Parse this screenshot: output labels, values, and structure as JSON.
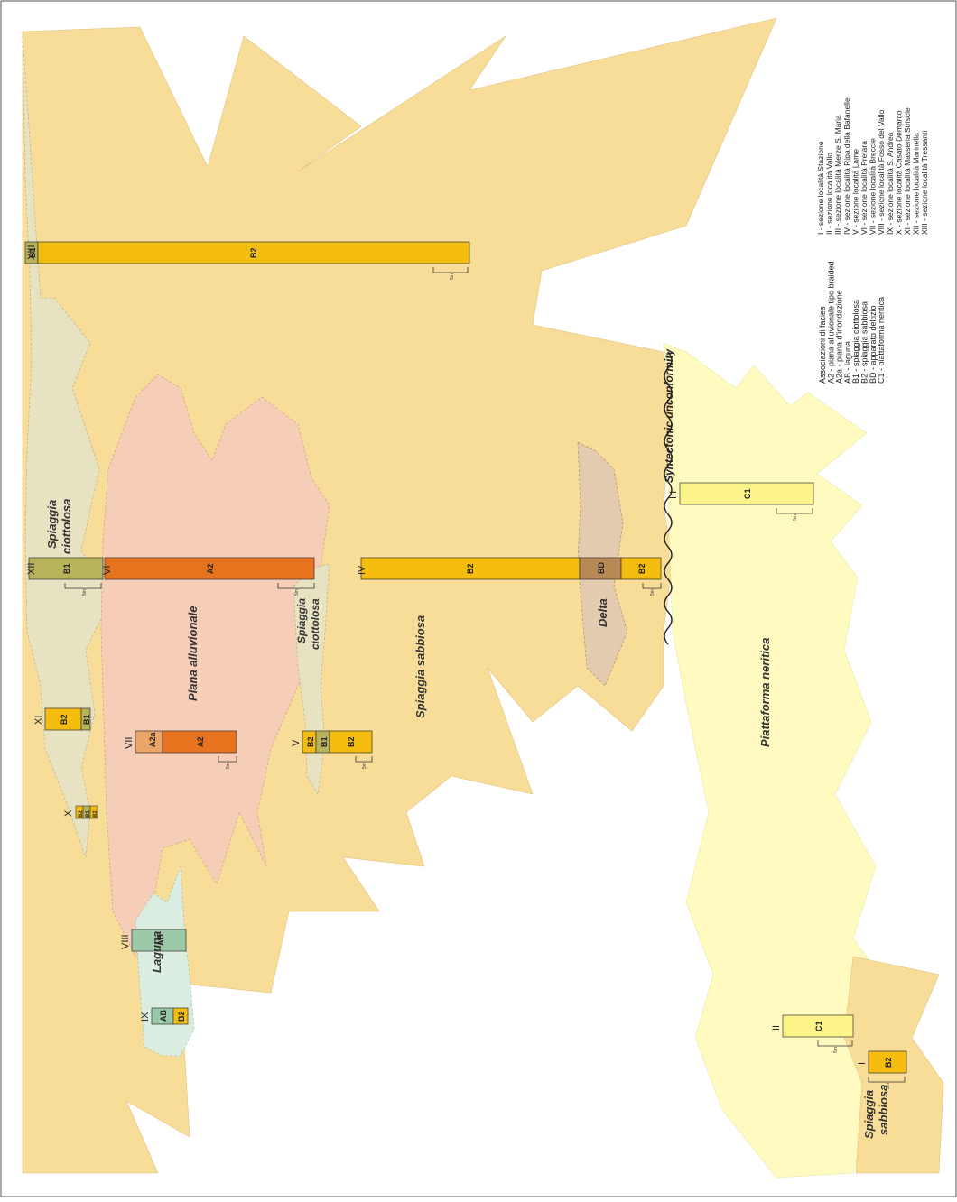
{
  "facies_labels": {
    "spiaggia_ciottolosa_top_1": "Spiaggia",
    "spiaggia_ciottolosa_top_2": "ciottolosa",
    "piana_alluvionale": "Piana alluvionale",
    "spiaggia_ciottolosa_mid_1": "Spiaggia",
    "spiaggia_ciottolosa_mid_2": "ciottolosa",
    "spiaggia_sabbiosa": "Spiaggia sabbiosa",
    "delta": "Delta",
    "laguna": "Laguna",
    "piattaforma_neritica": "Piattaforma neritica",
    "spiaggia_sabbiosa_bottom_1": "Spiaggia",
    "spiaggia_sabbiosa_bottom_2": "sabbiosa",
    "unconformity": "Syntectonic unconformity"
  },
  "sections": {
    "I": "I",
    "II": "II",
    "III": "III",
    "IV": "IV",
    "V": "V",
    "VI": "VI",
    "VII": "VII",
    "VIII": "VIII",
    "IX": "IX",
    "X": "X",
    "XI": "XI",
    "XII": "XII",
    "XIII": "XIII"
  },
  "column_codes": {
    "A2": "A2",
    "A2a": "A2a",
    "AB": "AB",
    "B1": "B1",
    "B2": "B2",
    "BD": "BD",
    "C1": "C1"
  },
  "scale_bar_label": "5m",
  "legend_facies": {
    "title": "Associazioni  di facies",
    "items": [
      "A2 - piana alluvionale tipo braided",
      "A2a - piana d'inondazione",
      "AB - laguna",
      "B1 - spiaggia ciottolosa",
      "B2 - spiaggia sabbiosa",
      "BD - apparato deltizio",
      "C1 - piattaforma neritica"
    ]
  },
  "legend_sections": {
    "items": [
      "I - sezione località Stazione",
      "II - sezione località Vallo",
      "III - sezione località Merze S. Maria",
      "IV - sezione località Ripa della Bafanelle",
      "V - sezione località Lame",
      "VI - sezione località Pretara",
      "VII - sezione località Breccie",
      "VIII - sezione località Fosso del Vallo",
      "IX - sezione località S. Andrea",
      "X - sezione località Casato Demarco",
      "XI - sezione località Masseria Striscie",
      "XII - sezione località Marinella",
      "XIII - sezione località Tressanti"
    ]
  },
  "colors": {
    "sand_beach": "#f8dd98",
    "gravel_beach": "#e7e2c2",
    "alluvial": "#f6cdb6",
    "lagoon": "#dbece0",
    "delta": "#e3cbb0",
    "shelf": "#fefac0",
    "b2": "#f4bd10",
    "b1": "#b7b35b",
    "a2": "#e8731f",
    "a2a": "#eba569",
    "ab": "#9cc8aa",
    "bd": "#b78a55",
    "c1": "#fdf58a"
  }
}
